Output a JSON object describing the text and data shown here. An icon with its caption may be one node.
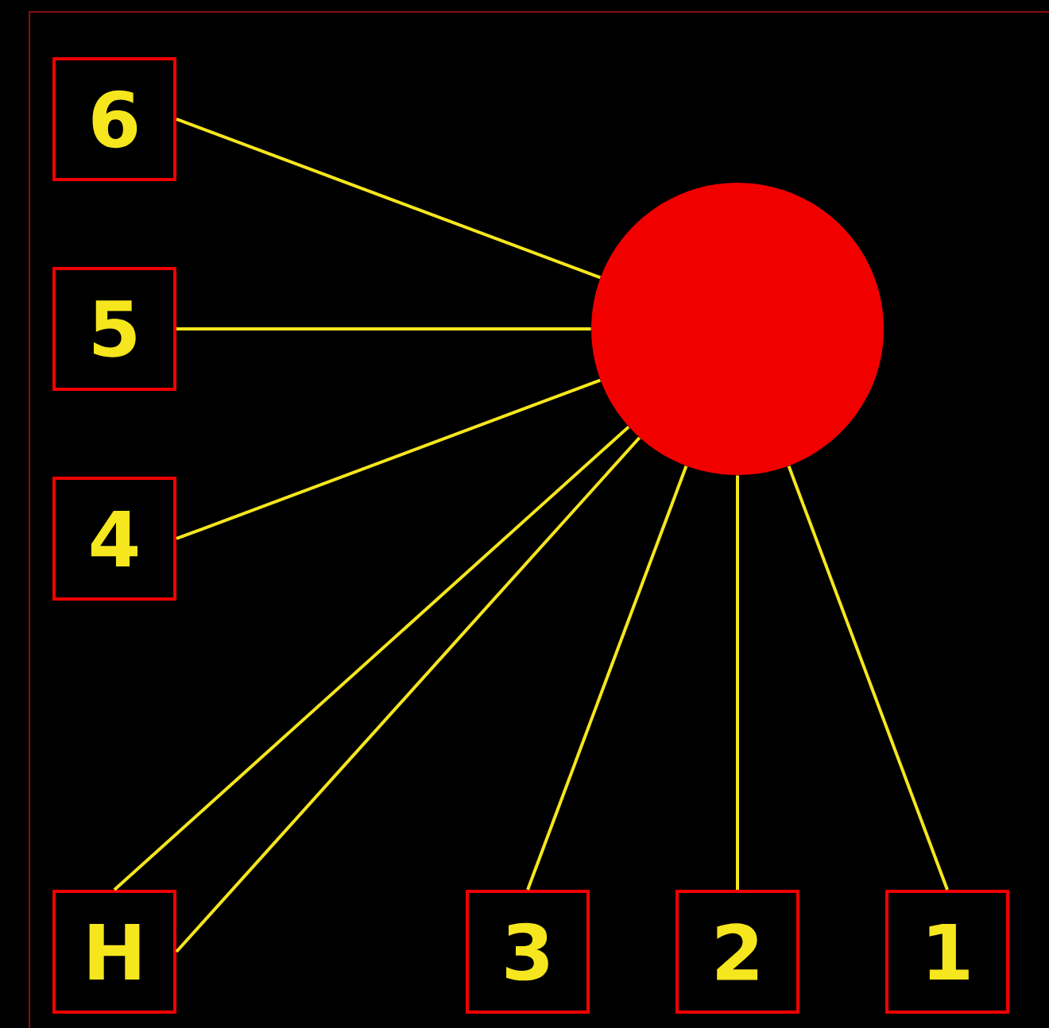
{
  "diagram": {
    "nodes": [
      {
        "text": [
          "6"
        ]
      },
      {
        "text": [],
        "shape": "circle"
      },
      {
        "text": [
          "5"
        ]
      },
      {
        "text": [
          "4"
        ]
      },
      {
        "text": [
          "H"
        ]
      },
      {
        "text": [
          "3"
        ]
      },
      {
        "text": [
          "2"
        ]
      },
      {
        "text": [
          "1"
        ]
      }
    ],
    "edges": [
      {
        "from": 1,
        "to": 0,
        "arrow": "none"
      },
      {
        "from": 1,
        "to": 2,
        "arrow": "none"
      },
      {
        "from": 1,
        "to": 3,
        "arrow": "none"
      },
      {
        "from": 1,
        "to": 4,
        "arrow": "none"
      },
      {
        "from": 1,
        "to": 4,
        "arrow": "none"
      },
      {
        "from": 1,
        "to": 5,
        "arrow": "none"
      },
      {
        "from": 1,
        "to": 6,
        "arrow": "none"
      },
      {
        "from": 1,
        "to": 7,
        "arrow": "none"
      }
    ]
  }
}
